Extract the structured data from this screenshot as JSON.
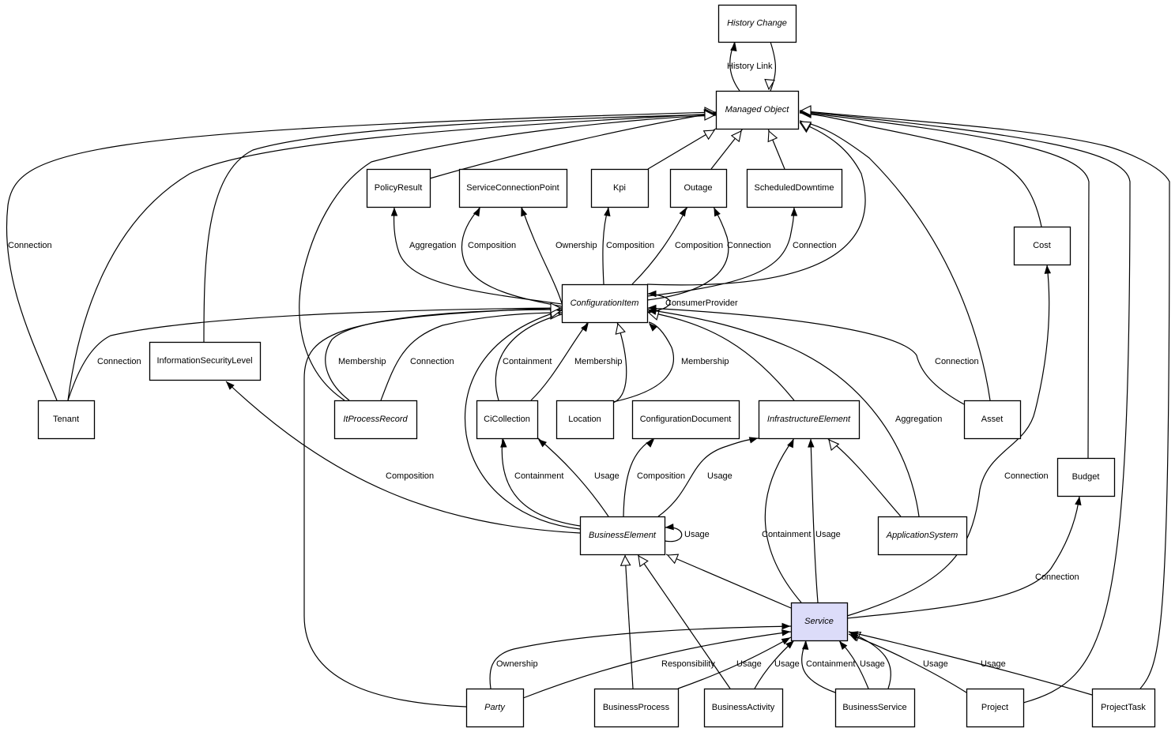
{
  "diagram": {
    "type": "uml-class-relationship-graph",
    "highlight_color": "#dcdcf9",
    "nodes": [
      {
        "id": "HistoryChange",
        "label": "History Change",
        "abstract": true
      },
      {
        "id": "ManagedObject",
        "label": "Managed Object",
        "abstract": true
      },
      {
        "id": "PolicyResult",
        "label": "PolicyResult",
        "abstract": false
      },
      {
        "id": "ServiceConnectionPoint",
        "label": "ServiceConnectionPoint",
        "abstract": false
      },
      {
        "id": "Kpi",
        "label": "Kpi",
        "abstract": false
      },
      {
        "id": "Outage",
        "label": "Outage",
        "abstract": false
      },
      {
        "id": "ScheduledDowntime",
        "label": "ScheduledDowntime",
        "abstract": false
      },
      {
        "id": "Cost",
        "label": "Cost",
        "abstract": false
      },
      {
        "id": "ConfigurationItem",
        "label": "ConfigurationItem",
        "abstract": true
      },
      {
        "id": "Tenant",
        "label": "Tenant",
        "abstract": false
      },
      {
        "id": "InformationSecurityLevel",
        "label": "InformationSecurityLevel",
        "abstract": false
      },
      {
        "id": "ItProcessRecord",
        "label": "ItProcessRecord",
        "abstract": true
      },
      {
        "id": "CiCollection",
        "label": "CiCollection",
        "abstract": false
      },
      {
        "id": "Location",
        "label": "Location",
        "abstract": false
      },
      {
        "id": "ConfigurationDocument",
        "label": "ConfigurationDocument",
        "abstract": false
      },
      {
        "id": "InfrastructureElement",
        "label": "InfrastructureElement",
        "abstract": true
      },
      {
        "id": "Asset",
        "label": "Asset",
        "abstract": false
      },
      {
        "id": "Budget",
        "label": "Budget",
        "abstract": false
      },
      {
        "id": "BusinessElement",
        "label": "BusinessElement",
        "abstract": true
      },
      {
        "id": "ApplicationSystem",
        "label": "ApplicationSystem",
        "abstract": true
      },
      {
        "id": "Service",
        "label": "Service",
        "abstract": true,
        "highlighted": true
      },
      {
        "id": "Party",
        "label": "Party",
        "abstract": true
      },
      {
        "id": "BusinessProcess",
        "label": "BusinessProcess",
        "abstract": false
      },
      {
        "id": "BusinessActivity",
        "label": "BusinessActivity",
        "abstract": false
      },
      {
        "id": "BusinessService",
        "label": "BusinessService",
        "abstract": false
      },
      {
        "id": "Project",
        "label": "Project",
        "abstract": false
      },
      {
        "id": "ProjectTask",
        "label": "ProjectTask",
        "abstract": false
      }
    ],
    "edges": [
      {
        "from": "ManagedObject",
        "to": "HistoryChange",
        "label": "History Link",
        "kind": "association"
      },
      {
        "from": "HistoryChange",
        "to": "ManagedObject",
        "label": "",
        "kind": "generalization"
      },
      {
        "from": "PolicyResult",
        "to": "ManagedObject",
        "label": "",
        "kind": "generalization"
      },
      {
        "from": "Kpi",
        "to": "ManagedObject",
        "label": "",
        "kind": "generalization"
      },
      {
        "from": "Outage",
        "to": "ManagedObject",
        "label": "",
        "kind": "generalization"
      },
      {
        "from": "ScheduledDowntime",
        "to": "ManagedObject",
        "label": "",
        "kind": "generalization"
      },
      {
        "from": "ConfigurationItem",
        "to": "ManagedObject",
        "label": "",
        "kind": "generalization"
      },
      {
        "from": "Tenant",
        "to": "ManagedObject",
        "label": "Connection",
        "kind": "generalization"
      },
      {
        "from": "Tenant",
        "to": "ManagedObject",
        "label": "",
        "kind": "generalization"
      },
      {
        "from": "InformationSecurityLevel",
        "to": "ManagedObject",
        "label": "",
        "kind": "generalization"
      },
      {
        "from": "ItProcessRecord",
        "to": "ManagedObject",
        "label": "",
        "kind": "generalization"
      },
      {
        "from": "Asset",
        "to": "ManagedObject",
        "label": "",
        "kind": "generalization"
      },
      {
        "from": "Cost",
        "to": "ManagedObject",
        "label": "",
        "kind": "generalization"
      },
      {
        "from": "Budget",
        "to": "ManagedObject",
        "label": "",
        "kind": "generalization"
      },
      {
        "from": "Project",
        "to": "ManagedObject",
        "label": "",
        "kind": "generalization"
      },
      {
        "from": "ProjectTask",
        "to": "ManagedObject",
        "label": "",
        "kind": "generalization"
      },
      {
        "from": "ConfigurationItem",
        "to": "PolicyResult",
        "label": "Aggregation",
        "kind": "association"
      },
      {
        "from": "ConfigurationItem",
        "to": "ServiceConnectionPoint",
        "label": "Composition",
        "kind": "association"
      },
      {
        "from": "ConfigurationItem",
        "to": "ServiceConnectionPoint",
        "label": "Ownership",
        "kind": "association"
      },
      {
        "from": "ConfigurationItem",
        "to": "Kpi",
        "label": "Composition",
        "kind": "association"
      },
      {
        "from": "ConfigurationItem",
        "to": "Outage",
        "label": "Composition",
        "kind": "association"
      },
      {
        "from": "ConfigurationItem",
        "to": "Outage",
        "label": "Connection",
        "kind": "association"
      },
      {
        "from": "ConfigurationItem",
        "to": "ScheduledDowntime",
        "label": "Connection",
        "kind": "association"
      },
      {
        "from": "ConfigurationItem",
        "to": "ConfigurationItem",
        "label": "ConsumerProvider",
        "kind": "association"
      },
      {
        "from": "Tenant",
        "to": "ConfigurationItem",
        "label": "Connection",
        "kind": "association"
      },
      {
        "from": "ItProcessRecord",
        "to": "ConfigurationItem",
        "label": "Membership",
        "kind": "association"
      },
      {
        "from": "ItProcessRecord",
        "to": "ConfigurationItem",
        "label": "Connection",
        "kind": "association"
      },
      {
        "from": "CiCollection",
        "to": "ConfigurationItem",
        "label": "Containment",
        "kind": "generalization"
      },
      {
        "from": "CiCollection",
        "to": "ConfigurationItem",
        "label": "Membership",
        "kind": "association"
      },
      {
        "from": "Location",
        "to": "ConfigurationItem",
        "label": "",
        "kind": "generalization"
      },
      {
        "from": "Location",
        "to": "ConfigurationItem",
        "label": "Membership",
        "kind": "association"
      },
      {
        "from": "InfrastructureElement",
        "to": "ConfigurationItem",
        "label": "",
        "kind": "generalization"
      },
      {
        "from": "ApplicationSystem",
        "to": "ConfigurationItem",
        "label": "Aggregation",
        "kind": "association"
      },
      {
        "from": "Asset",
        "to": "ConfigurationItem",
        "label": "Connection",
        "kind": "association"
      },
      {
        "from": "BusinessElement",
        "to": "ConfigurationItem",
        "label": "",
        "kind": "generalization"
      },
      {
        "from": "Party",
        "to": "ConfigurationItem",
        "label": "",
        "kind": "generalization"
      },
      {
        "from": "BusinessElement",
        "to": "InformationSecurityLevel",
        "label": "Composition",
        "kind": "association"
      },
      {
        "from": "BusinessElement",
        "to": "CiCollection",
        "label": "Containment",
        "kind": "association"
      },
      {
        "from": "BusinessElement",
        "to": "CiCollection",
        "label": "Usage",
        "kind": "association"
      },
      {
        "from": "BusinessElement",
        "to": "ConfigurationDocument",
        "label": "Composition",
        "kind": "association"
      },
      {
        "from": "BusinessElement",
        "to": "InfrastructureElement",
        "label": "Usage",
        "kind": "association"
      },
      {
        "from": "BusinessElement",
        "to": "BusinessElement",
        "label": "Usage",
        "kind": "association"
      },
      {
        "from": "ApplicationSystem",
        "to": "InfrastructureElement",
        "label": "",
        "kind": "generalization"
      },
      {
        "from": "Service",
        "to": "InfrastructureElement",
        "label": "Containment",
        "kind": "association"
      },
      {
        "from": "Service",
        "to": "InfrastructureElement",
        "label": "Usage",
        "kind": "association"
      },
      {
        "from": "Service",
        "to": "BusinessElement",
        "label": "",
        "kind": "generalization"
      },
      {
        "from": "BusinessProcess",
        "to": "BusinessElement",
        "label": "",
        "kind": "generalization"
      },
      {
        "from": "BusinessActivity",
        "to": "BusinessElement",
        "label": "",
        "kind": "generalization"
      },
      {
        "from": "Service",
        "to": "Cost",
        "label": "Connection",
        "kind": "association"
      },
      {
        "from": "Service",
        "to": "Budget",
        "label": "Connection",
        "kind": "association"
      },
      {
        "from": "Party",
        "to": "Service",
        "label": "Ownership",
        "kind": "association"
      },
      {
        "from": "Party",
        "to": "Service",
        "label": "Responsibility",
        "kind": "association"
      },
      {
        "from": "BusinessProcess",
        "to": "Service",
        "label": "Usage",
        "kind": "association"
      },
      {
        "from": "BusinessActivity",
        "to": "Service",
        "label": "Usage",
        "kind": "association"
      },
      {
        "from": "BusinessService",
        "to": "Service",
        "label": "Containment",
        "kind": "association"
      },
      {
        "from": "BusinessService",
        "to": "Service",
        "label": "Usage",
        "kind": "association"
      },
      {
        "from": "BusinessService",
        "to": "Service",
        "label": "",
        "kind": "generalization"
      },
      {
        "from": "Project",
        "to": "Service",
        "label": "Usage",
        "kind": "association"
      },
      {
        "from": "ProjectTask",
        "to": "Service",
        "label": "Usage",
        "kind": "association"
      }
    ]
  }
}
